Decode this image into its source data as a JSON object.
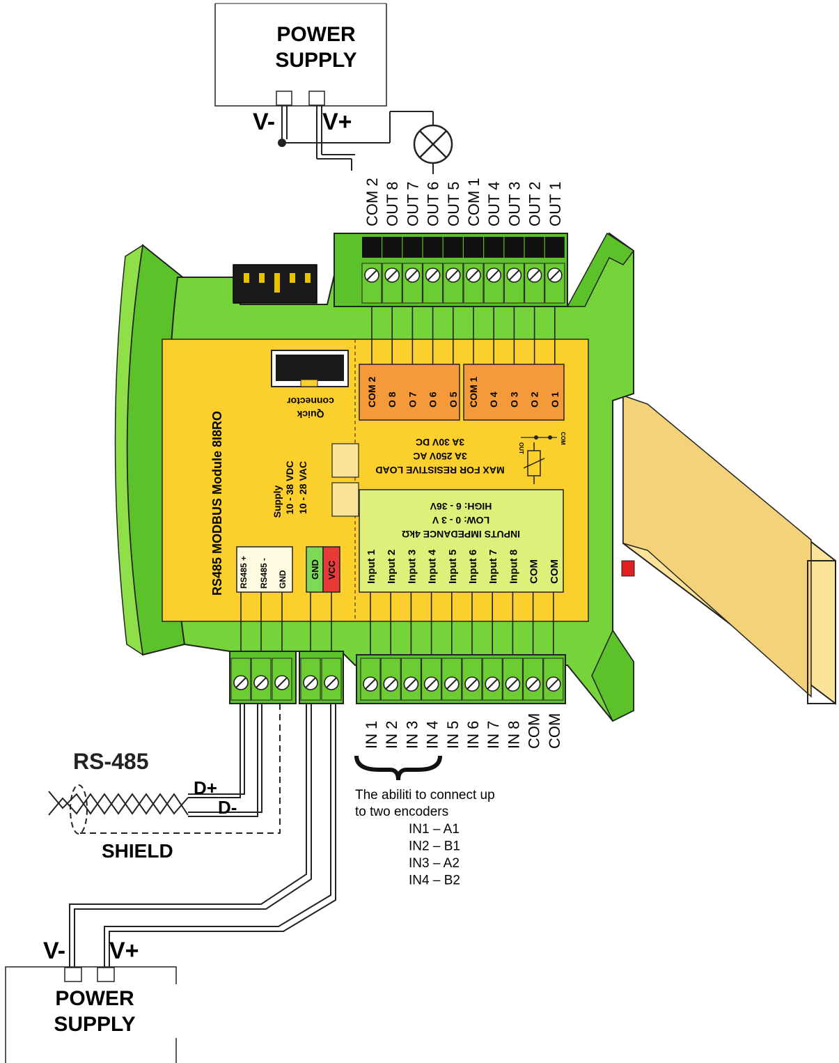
{
  "power_supply_top": {
    "line1": "POWER",
    "line2": "SUPPLY",
    "neg_label": "V-",
    "pos_label": "V+"
  },
  "power_supply_bottom": {
    "line1": "POWER",
    "line2": "SUPPLY",
    "neg_label": "V-",
    "pos_label": "V+"
  },
  "output_terminals": [
    "COM 2",
    "OUT 8",
    "OUT 7",
    "OUT 6",
    "OUT 5",
    "COM 1",
    "OUT 4",
    "OUT 3",
    "OUT 2",
    "OUT 1"
  ],
  "input_terminals": [
    "IN 1",
    "IN 2",
    "IN 3",
    "IN 4",
    "IN 5",
    "IN 6",
    "IN 7",
    "IN 8",
    "COM",
    "COM"
  ],
  "module": {
    "title": "RS485 MODBUS Module 8I8RO",
    "supply_label": "Supply",
    "supply_dc": "10 - 38 VDC",
    "supply_ac": "10 - 28 VAC",
    "quick_connector_1": "Quick",
    "quick_connector_2": "connector",
    "relay_group_a": [
      "COM 2",
      "O 8",
      "O 7",
      "O 6",
      "O 5"
    ],
    "relay_group_b": [
      "COM 1",
      "O 4",
      "O 3",
      "O 2",
      "O 1"
    ],
    "max_load_title": "MAX FOR RESISTIVE LOAD",
    "max_load_ac": "3A 250V AC",
    "max_load_dc": "3A 30V DC",
    "relay_out": "OUT",
    "relay_com": "COM",
    "inputs_impedance": "INPUTS IMPEDANCE 4kΩ",
    "inputs_low": "LOW: 0 - 3 V",
    "inputs_high": "HIGH: 6 - 36V",
    "input_labels": [
      "Input 1",
      "Input 2",
      "Input 3",
      "Input 4",
      "Input 5",
      "Input 6",
      "Input 7",
      "Input 8",
      "COM",
      "COM"
    ],
    "rs485_labels": [
      "RS485 +",
      "RS485 -",
      "GND"
    ],
    "power_labels": [
      "GND",
      "VCC"
    ]
  },
  "rs485": {
    "title": "RS-485",
    "d_plus": "D+",
    "d_minus": "D-",
    "shield": "SHIELD"
  },
  "encoder_note": {
    "line1": "The abiliti to connect up",
    "line2": "to two encoders",
    "map": [
      "IN1 – A1",
      "IN2 – B1",
      "IN3 – A2",
      "IN4 – B2"
    ]
  }
}
